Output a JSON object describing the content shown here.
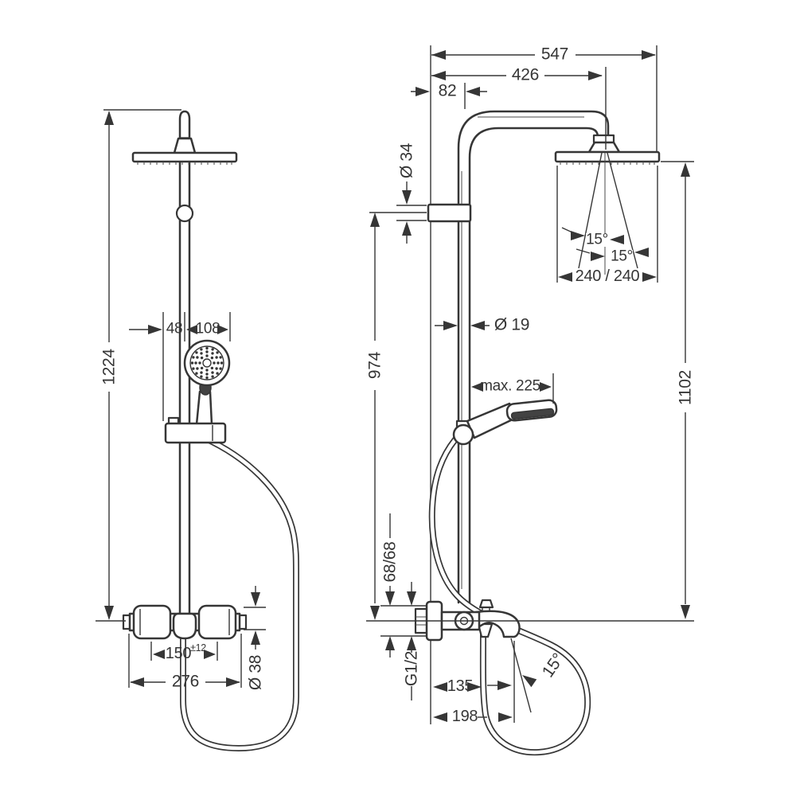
{
  "front_view": {
    "overall_height": "1224",
    "holder_offset": "48",
    "handshower_diameter": "108",
    "connection_centers": "150",
    "tolerance": "±12",
    "valve_width": "276",
    "handle_diameter": "Ø 38"
  },
  "side_view": {
    "overall_projection": "547",
    "arm_projection": "426",
    "riser_offset": "82",
    "bracket_diameter": "Ø 34",
    "riser_height": "974",
    "pipe_diameter": "Ø 19",
    "handshower_projection": "max. 225",
    "head_height": "1102",
    "spray_angle_left": "15°",
    "spray_angle_right": "15°",
    "head_dimensions": "240 / 240",
    "connection_spacing": "68/68",
    "thread": "G1/2",
    "spout_projection": "135",
    "spout_tip_projection": "198",
    "spout_angle": "15°"
  }
}
